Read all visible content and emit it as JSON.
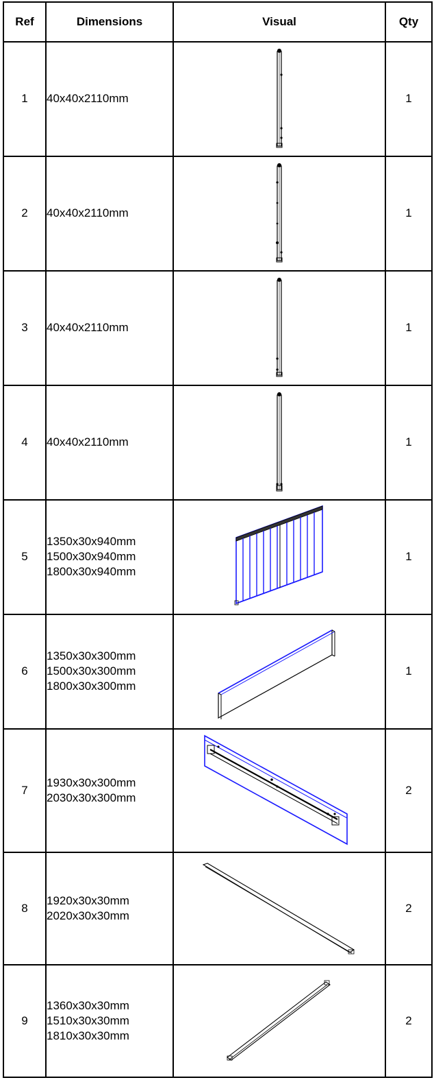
{
  "table": {
    "headers": {
      "ref": "Ref",
      "dimensions": "Dimensions",
      "visual": "Visual",
      "qty": "Qty"
    },
    "rows": [
      {
        "ref": "1",
        "dimensions": [
          "40x40x2110mm"
        ],
        "qty": "1",
        "visual": "post-drawing"
      },
      {
        "ref": "2",
        "dimensions": [
          "40x40x2110mm"
        ],
        "qty": "1",
        "visual": "post-drawing"
      },
      {
        "ref": "3",
        "dimensions": [
          "40x40x2110mm"
        ],
        "qty": "1",
        "visual": "post-drawing"
      },
      {
        "ref": "4",
        "dimensions": [
          "40x40x2110mm"
        ],
        "qty": "1",
        "visual": "post-drawing"
      },
      {
        "ref": "5",
        "dimensions": [
          "1350x30x940mm",
          "1500x30x940mm",
          "1800x30x940mm"
        ],
        "qty": "1",
        "visual": "slatted-panel-drawing"
      },
      {
        "ref": "6",
        "dimensions": [
          "1350x30x300mm",
          "1500x30x300mm",
          "1800x30x300mm"
        ],
        "qty": "1",
        "visual": "board-drawing"
      },
      {
        "ref": "7",
        "dimensions": [
          "1930x30x300mm",
          "2030x30x300mm"
        ],
        "qty": "2",
        "visual": "rail-board-drawing"
      },
      {
        "ref": "8",
        "dimensions": [
          "1920x30x30mm",
          "2020x30x30mm"
        ],
        "qty": "2",
        "visual": "long-bar-drawing"
      },
      {
        "ref": "9",
        "dimensions": [
          "1360x30x30mm",
          "1510x30x30mm",
          "1810x30x30mm"
        ],
        "qty": "2",
        "visual": "short-bar-drawing"
      }
    ]
  },
  "colors": {
    "line": "#000000",
    "accent_blue": "#1a1aff"
  }
}
